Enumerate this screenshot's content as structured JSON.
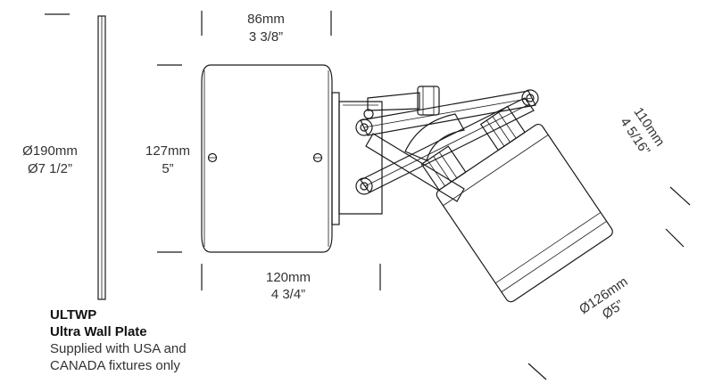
{
  "dimensions": {
    "top_width_mm": "86mm",
    "top_width_in": "3 3/8”",
    "plate_dia_mm": "Ø190mm",
    "plate_dia_in": "Ø7 1/2”",
    "body_height_mm": "127mm",
    "body_height_in": "5”",
    "depth_mm": "120mm",
    "depth_in": "4 3/4”",
    "head_len_mm": "110mm",
    "head_len_in": "4 5/16”",
    "head_dia_mm": "Ø126mm",
    "head_dia_in": "Ø5”"
  },
  "caption": {
    "model": "ULTWP",
    "name": "Ultra Wall Plate",
    "note_line1": "Supplied with USA and",
    "note_line2": "CANADA fixtures only"
  }
}
